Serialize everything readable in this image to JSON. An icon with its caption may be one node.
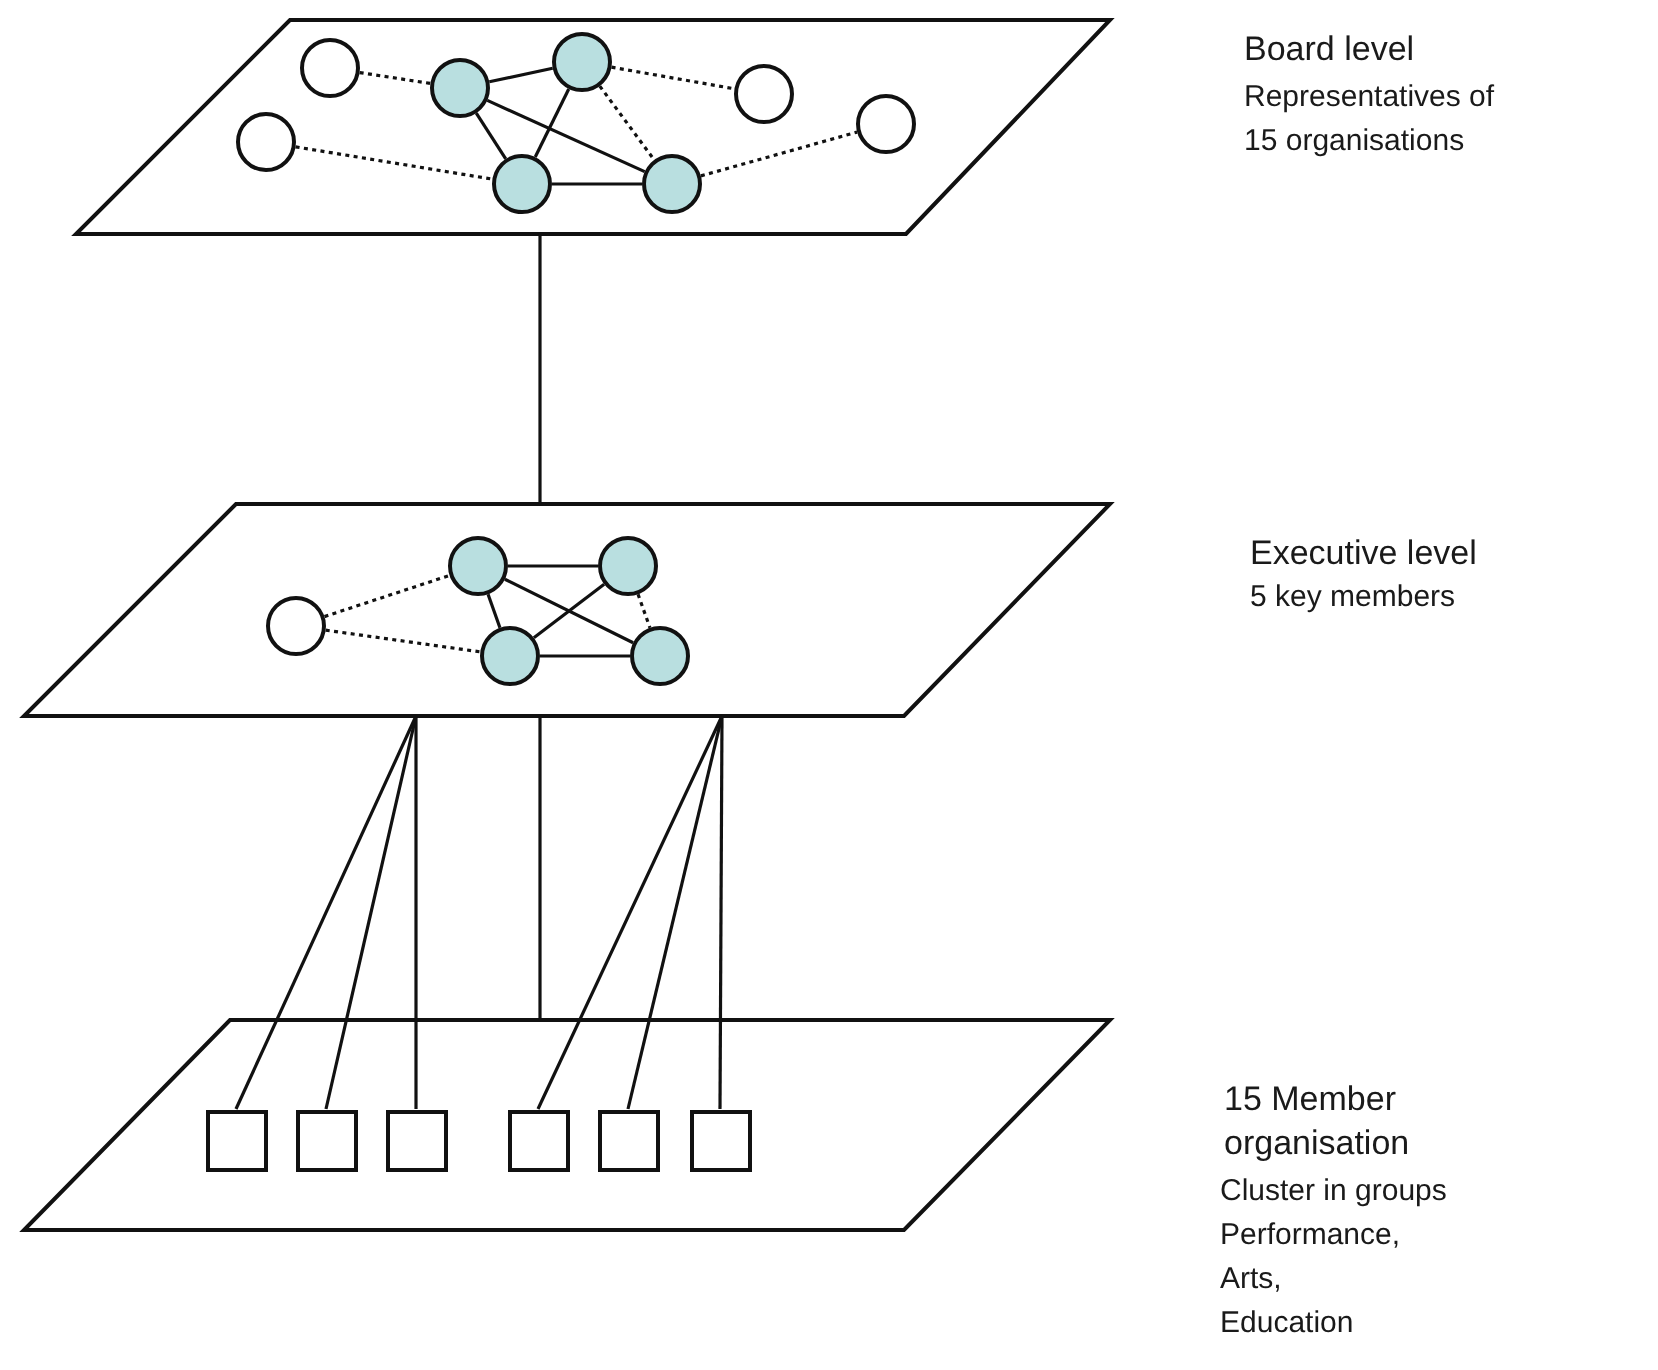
{
  "diagram": {
    "nodes": [
      {
        "text": [],
        "shape": "parallelogram",
        "beside": [
          "Board level",
          "Representatives of 15 organisations"
        ]
      },
      {
        "text": [],
        "shape": "circle",
        "in": 0
      },
      {
        "text": [],
        "shape": "circle",
        "in": 0
      },
      {
        "text": [],
        "shape": "circle",
        "in": 0
      },
      {
        "text": [],
        "shape": "circle",
        "in": 0
      },
      {
        "text": [],
        "shape": "circle",
        "in": 0
      },
      {
        "text": [],
        "shape": "circle",
        "in": 0
      },
      {
        "text": [],
        "shape": "circle",
        "in": 0
      },
      {
        "text": [],
        "shape": "circle",
        "in": 0
      },
      {
        "text": [],
        "shape": "parallelogram",
        "beside": [
          "Executive level",
          "5 key members"
        ]
      },
      {
        "text": [],
        "shape": "circle",
        "in": 9
      },
      {
        "text": [],
        "shape": "circle",
        "in": 9
      },
      {
        "text": [],
        "shape": "circle",
        "in": 9
      },
      {
        "text": [],
        "shape": "circle",
        "in": 9
      },
      {
        "text": [],
        "shape": "circle",
        "in": 9
      },
      {
        "text": [],
        "shape": "parallelogram",
        "beside": [
          "15 Member organisation",
          "Cluster in groups",
          "Performance, Arts, Education"
        ]
      },
      {
        "text": [],
        "shape": "box",
        "in": 15
      },
      {
        "text": [],
        "shape": "box",
        "in": 15
      },
      {
        "text": [],
        "shape": "box",
        "in": 15
      },
      {
        "text": [],
        "shape": "box",
        "in": 15
      },
      {
        "text": [],
        "shape": "box",
        "in": 15
      },
      {
        "text": [],
        "shape": "box",
        "in": 15
      }
    ],
    "edges": [
      {
        "from": 1,
        "to": 3,
        "arrow": "none",
        "style": "dashed"
      },
      {
        "from": 2,
        "to": 5,
        "arrow": "none",
        "style": "dashed"
      },
      {
        "from": 3,
        "to": 4,
        "arrow": "none"
      },
      {
        "from": 3,
        "to": 5,
        "arrow": "none"
      },
      {
        "from": 3,
        "to": 6,
        "arrow": "none"
      },
      {
        "from": 4,
        "to": 5,
        "arrow": "none"
      },
      {
        "from": 5,
        "to": 6,
        "arrow": "none"
      },
      {
        "from": 4,
        "to": 7,
        "arrow": "none",
        "style": "dashed"
      },
      {
        "from": 4,
        "to": 6,
        "arrow": "none",
        "style": "dashed"
      },
      {
        "from": 6,
        "to": 8,
        "arrow": "none",
        "style": "dashed"
      },
      {
        "from": 0,
        "to": 9,
        "arrow": "none"
      },
      {
        "from": 10,
        "to": 11,
        "arrow": "none",
        "style": "dashed"
      },
      {
        "from": 10,
        "to": 13,
        "arrow": "none",
        "style": "dashed"
      },
      {
        "from": 11,
        "to": 12,
        "arrow": "none"
      },
      {
        "from": 11,
        "to": 14,
        "arrow": "none"
      },
      {
        "from": 11,
        "to": 13,
        "arrow": "none"
      },
      {
        "from": 13,
        "to": 12,
        "arrow": "none"
      },
      {
        "from": 13,
        "to": 14,
        "arrow": "none"
      },
      {
        "from": 12,
        "to": 14,
        "arrow": "none",
        "style": "dashed"
      },
      {
        "from": 9,
        "to": 15,
        "arrow": "none"
      },
      {
        "from": 9,
        "to": 16,
        "arrow": "none"
      },
      {
        "from": 9,
        "to": 17,
        "arrow": "none"
      },
      {
        "from": 9,
        "to": 18,
        "arrow": "none"
      },
      {
        "from": 9,
        "to": 19,
        "arrow": "none"
      },
      {
        "from": 9,
        "to": 20,
        "arrow": "none"
      },
      {
        "from": 9,
        "to": 21,
        "arrow": "none"
      }
    ]
  }
}
